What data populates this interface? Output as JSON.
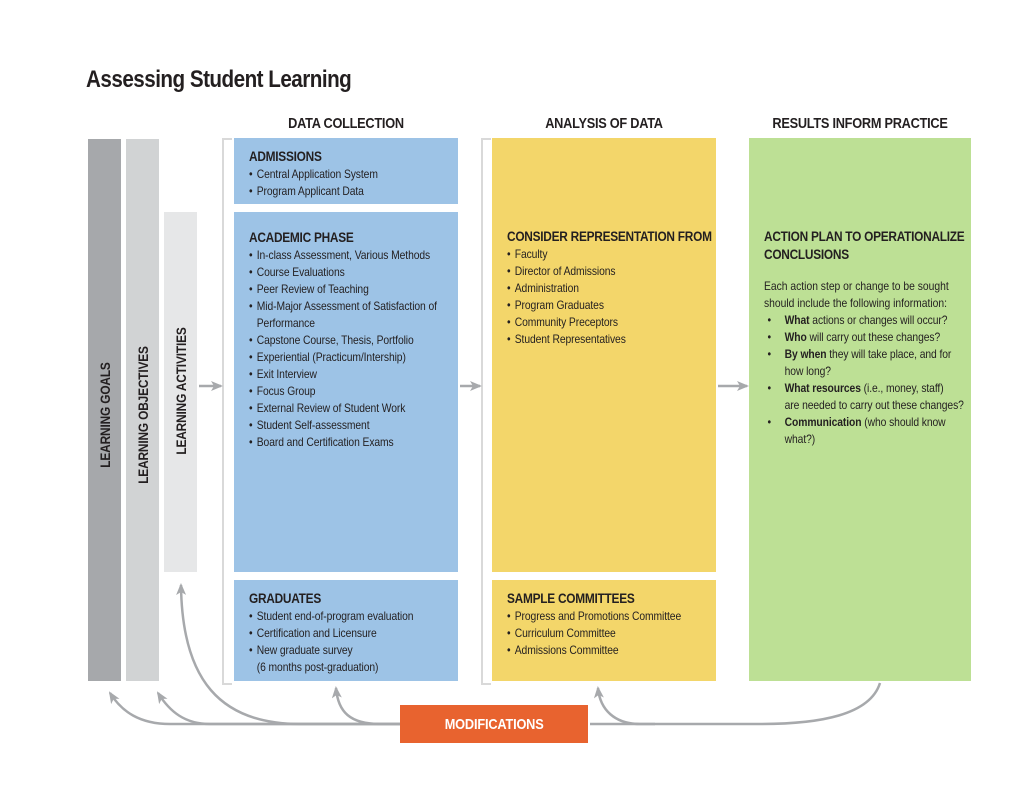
{
  "title": "Assessing Student Learning",
  "columns": {
    "data_collection": "DATA COLLECTION",
    "analysis": "ANALYSIS OF DATA",
    "results": "RESULTS INFORM PRACTICE"
  },
  "side_bars": {
    "goals": "LEARNING GOALS",
    "objectives": "LEARNING OBJECTIVES",
    "activities": "LEARNING ACTIVITIES"
  },
  "admissions": {
    "heading": "ADMISSIONS",
    "items": [
      "Central Application System",
      "Program Applicant Data"
    ]
  },
  "academic": {
    "heading": "ACADEMIC PHASE",
    "items": [
      "In-class Assessment, Various Methods",
      "Course Evaluations",
      "Peer Review of Teaching",
      "Mid-Major Assessment of Satisfaction of",
      "Capstone Course, Thesis, Portfolio",
      "Experiential (Practicum/Intership)",
      "Exit Interview",
      "Focus Group",
      "External Review of Student Work",
      "Student Self-assessment",
      "Board and Certification Exams"
    ],
    "item3_cont": "Performance"
  },
  "graduates": {
    "heading": "GRADUATES",
    "items": [
      "Student end-of-program evaluation",
      "Certification and Licensure",
      "New graduate survey"
    ],
    "item2_cont": "(6 months post-graduation)"
  },
  "representation": {
    "heading": "CONSIDER REPRESENTATION FROM",
    "items": [
      "Faculty",
      "Director of Admissions",
      "Administration",
      "Program Graduates",
      "Community Preceptors",
      "Student Representatives"
    ]
  },
  "committees": {
    "heading": "SAMPLE COMMITTEES",
    "items": [
      "Progress and Promotions Committee",
      "Curriculum  Committee",
      "Admissions Committee"
    ]
  },
  "action_plan": {
    "heading_line1": "ACTION PLAN TO OPERATIONALIZE",
    "heading_line2": "CONCLUSIONS",
    "intro_line1": "Each action step or change to be sought",
    "intro_line2": "should include the following information:",
    "items": [
      {
        "bold": "What",
        "rest": " actions or changes will occur?",
        "cont": ""
      },
      {
        "bold": "Who",
        "rest": " will carry out these changes?",
        "cont": ""
      },
      {
        "bold": "By when",
        "rest": " they will take place, and for",
        "cont": "how long?"
      },
      {
        "bold": "What resources",
        "rest": " (i.e., money, staff)",
        "cont": "are needed to carry out these changes?"
      },
      {
        "bold": "Communication",
        "rest": " (who should know",
        "cont": "what?)"
      }
    ]
  },
  "modifications": "MODIFICATIONS",
  "colors": {
    "goals": "#a6a8ab",
    "objectives": "#d1d3d4",
    "activities": "#e6e7e8",
    "blue": "#9dc3e6",
    "yellow": "#f3d66a",
    "green": "#bde095",
    "modifications": "#e8632f",
    "arrow": "#a7a9ac"
  }
}
